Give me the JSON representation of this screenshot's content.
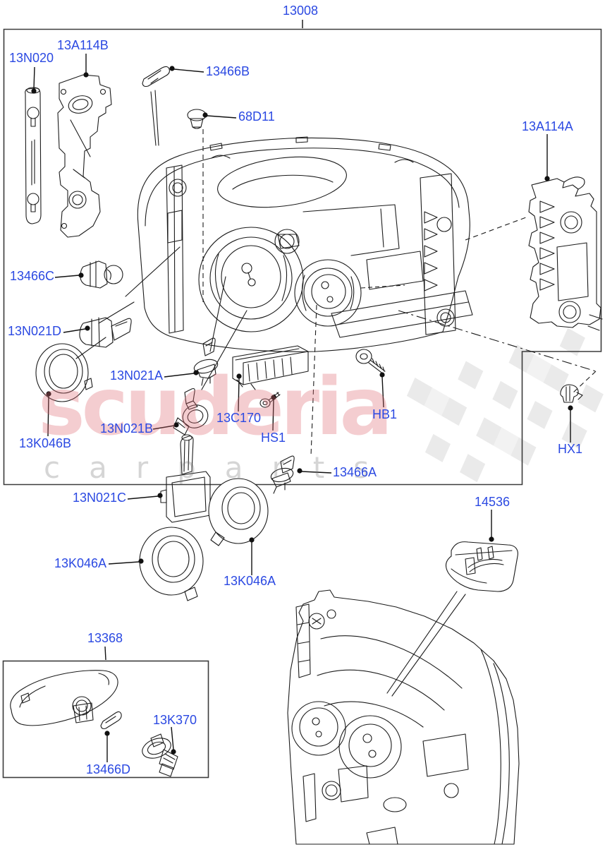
{
  "watermark": {
    "brand": "scuderia",
    "tagline": "carparts"
  },
  "labels": {
    "assembly": "13008",
    "mount_strip": "13N020",
    "bracket_left": "13A114B",
    "bulb_top": "13466B",
    "adjuster": "68D11",
    "bracket_right": "13A114A",
    "bulb_left": "13466C",
    "bulb_d": "13N021D",
    "cap_b": "13K046B",
    "bulb_a": "13N021A",
    "bulb_b": "13N021B",
    "ballast": "13C170",
    "screw_hs1": "HS1",
    "screw_hb1": "HB1",
    "clip_hx1": "HX1",
    "bulb_a2": "13466A",
    "bulb_c": "13N021C",
    "cap_a_left": "13K046A",
    "cap_a_right": "13K046A",
    "bracket_lower": "14536",
    "repeater_lamp": "13368",
    "bulb_socket": "13K370",
    "bulb_d2": "13466D"
  }
}
